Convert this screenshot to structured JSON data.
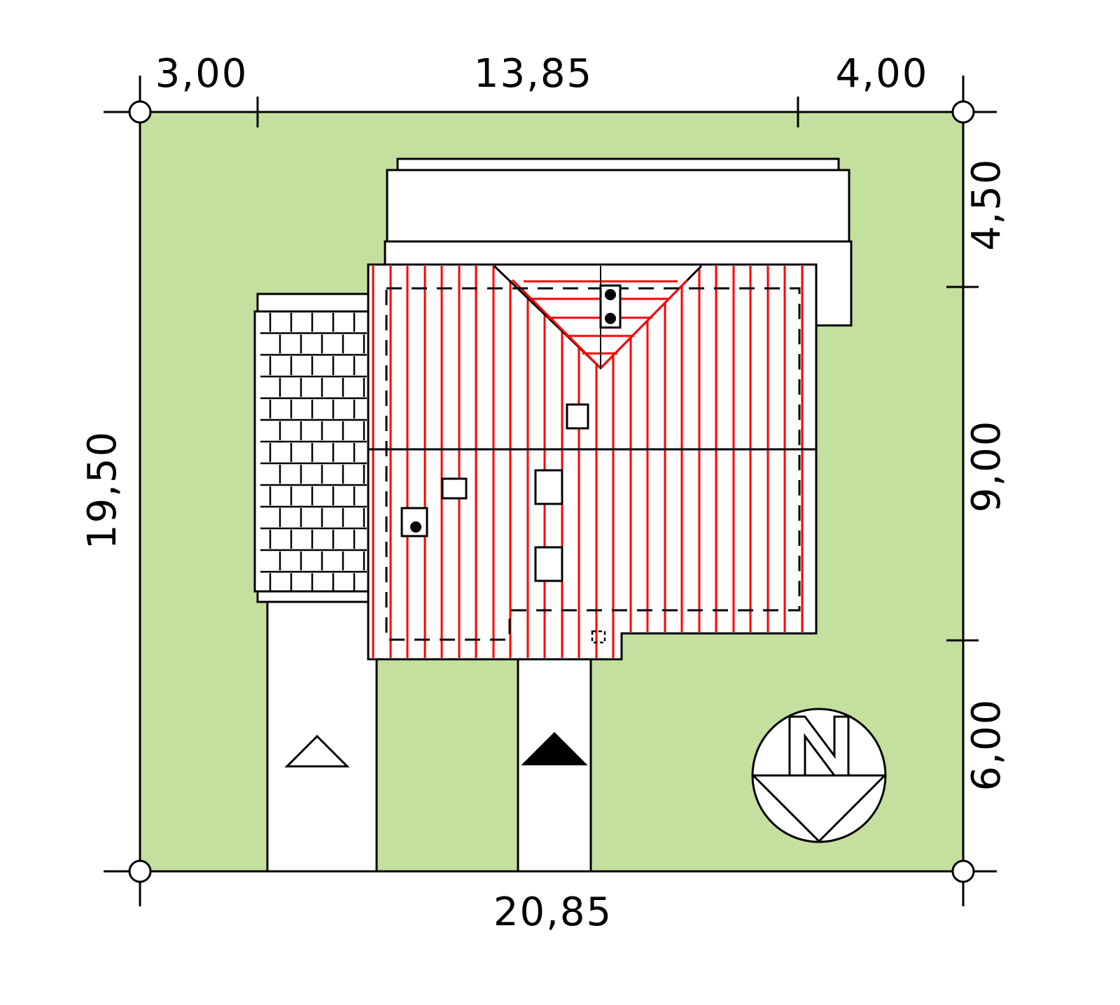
{
  "colors": {
    "plot": "#c5df9e",
    "roof_stripes": "#ff0000",
    "lines": "#000000",
    "paving": "#ffffff"
  },
  "dimensions": {
    "top": [
      "3,00",
      "13,85",
      "4,00"
    ],
    "right": [
      "4,50",
      "9,00",
      "6,00"
    ],
    "left": "19,50",
    "bottom": "20,85"
  },
  "compass": {
    "letter": "N",
    "icon": "north-arrow-icon"
  },
  "entrances": [
    {
      "name": "pedestrian-entrance",
      "icon": "outline-triangle-icon"
    },
    {
      "name": "main-entrance",
      "icon": "filled-triangle-icon"
    }
  ]
}
